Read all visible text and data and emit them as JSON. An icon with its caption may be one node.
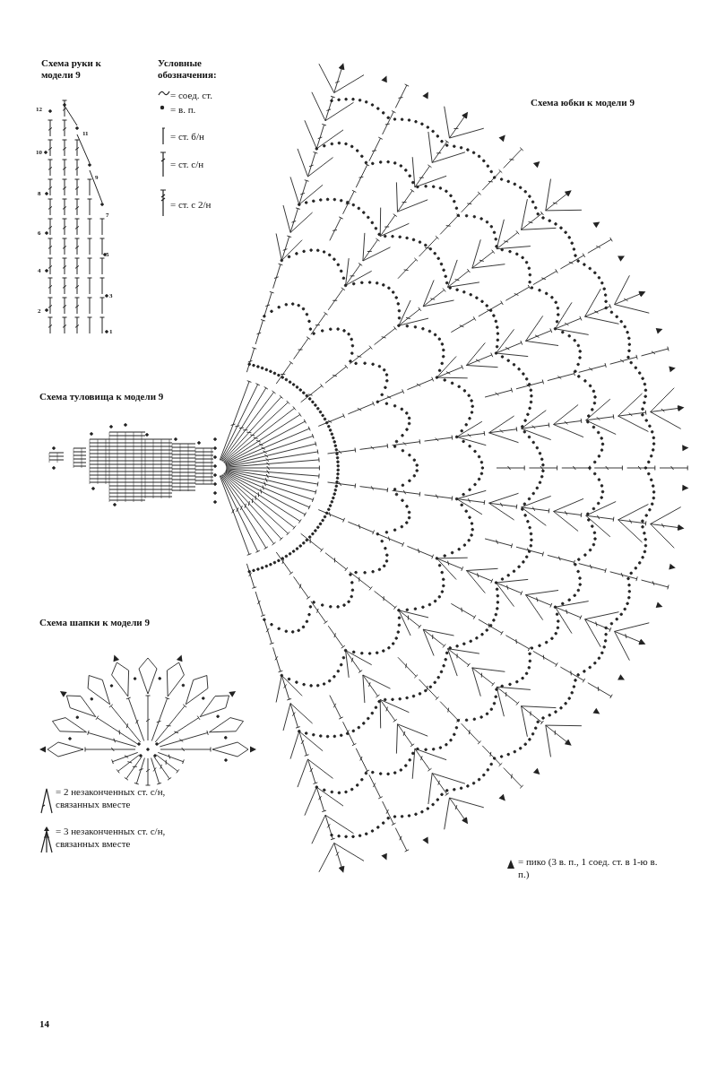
{
  "diagram": {
    "labels": [
      "Схема руки к модели 9",
      "Условные обозначения:",
      "12",
      "11",
      "10",
      "9",
      "8",
      "7",
      "6",
      "5",
      "4",
      "3",
      "2",
      "1",
      "Схема юбки к модели 9",
      "Схема туловища к модели 9",
      "Схема шапки к модели 9",
      "14"
    ],
    "legend": [
      {
        "text": "= соед. ст."
      },
      {
        "text": "= в. п."
      },
      {
        "text": "= ст. б/н"
      },
      {
        "text": "= ст. с/н"
      },
      {
        "text": "= ст. с 2/н"
      },
      {
        "text": "= 2 незаконченных ст. с/н, связанных вместе"
      },
      {
        "text": "= 3 незаконченных ст. с/н, связанных вместе"
      },
      {
        "text": "= пико (3 в. п., 1 соед. ст. в 1-ю в. п.)"
      }
    ]
  }
}
